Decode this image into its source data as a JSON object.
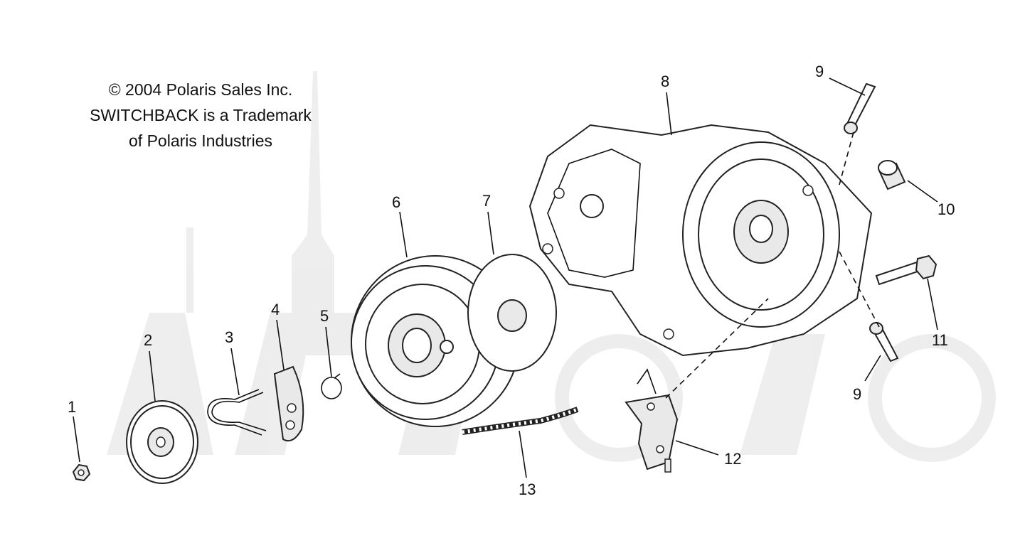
{
  "notice": {
    "line1": "© 2004 Polaris Sales Inc.",
    "line2": "SWITCHBACK is a Trademark",
    "line3": "of Polaris Industries"
  },
  "callouts": [
    "1",
    "2",
    "3",
    "4",
    "5",
    "6",
    "7",
    "8",
    "9",
    "10",
    "11",
    "9",
    "12",
    "13"
  ],
  "watermark": {
    "style": "light-grey"
  }
}
